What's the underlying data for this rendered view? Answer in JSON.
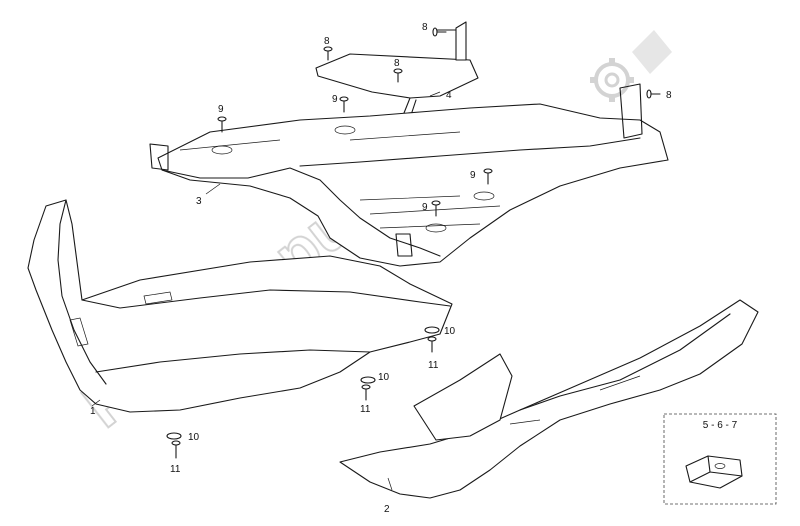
{
  "watermark": {
    "text": "PartsRepublik",
    "color": "#d0d0d0"
  },
  "callouts": [
    {
      "id": "c1",
      "text": "1"
    },
    {
      "id": "c2",
      "text": "2"
    },
    {
      "id": "c3",
      "text": "3"
    },
    {
      "id": "c4",
      "text": "4"
    },
    {
      "id": "c8a",
      "text": "8"
    },
    {
      "id": "c8b",
      "text": "8"
    },
    {
      "id": "c8c",
      "text": "8"
    },
    {
      "id": "c8d",
      "text": "8"
    },
    {
      "id": "c9a",
      "text": "9"
    },
    {
      "id": "c9b",
      "text": "9"
    },
    {
      "id": "c9c",
      "text": "9"
    },
    {
      "id": "c9d",
      "text": "9"
    },
    {
      "id": "c10a",
      "text": "10"
    },
    {
      "id": "c10b",
      "text": "10"
    },
    {
      "id": "c10c",
      "text": "10"
    },
    {
      "id": "c11a",
      "text": "11"
    },
    {
      "id": "c11b",
      "text": "11"
    },
    {
      "id": "c11c",
      "text": "11"
    }
  ],
  "inset": {
    "label": "5 - 6 - 7"
  },
  "colors": {
    "line": "#1a1a1a",
    "background": "#ffffff",
    "watermark": "#d0d0d0"
  },
  "icons": {
    "watermark_logo": "gear-icon"
  }
}
